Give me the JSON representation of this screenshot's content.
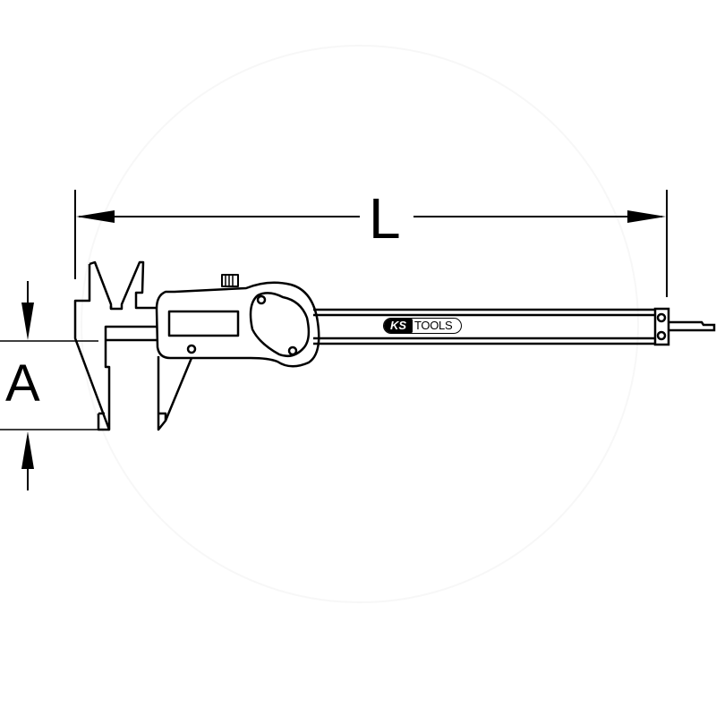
{
  "figure": {
    "type": "technical-dimension-drawing",
    "subject": "digital vernier caliper",
    "background_color": "#ffffff",
    "line_color": "#000000"
  },
  "dimensions": {
    "length": {
      "label": "L",
      "orientation": "horizontal"
    },
    "jaw_depth": {
      "label": "A",
      "orientation": "vertical"
    }
  },
  "brand": {
    "prefix": "KS",
    "suffix": "TOOLS"
  }
}
